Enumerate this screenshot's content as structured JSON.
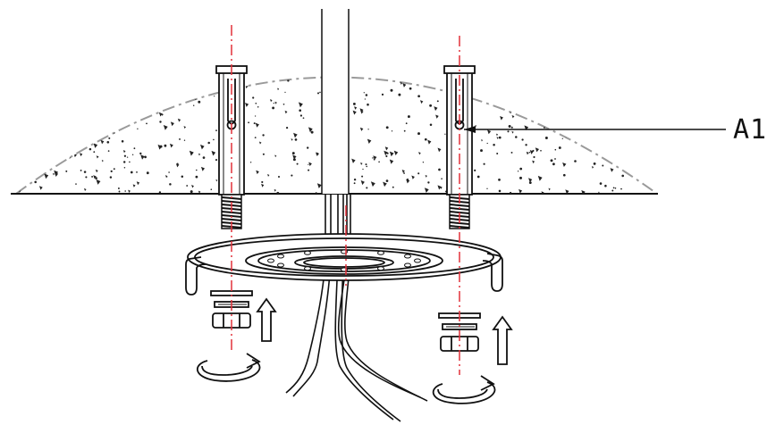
{
  "diagram": {
    "callout_label": "A1",
    "colors": {
      "line": "#111111",
      "centerline": "#e2303a",
      "ceiling_outline": "#9a9a9a",
      "speckle": "#222222"
    },
    "parts": [
      "ceiling-section",
      "anchor-bolt-left",
      "anchor-bolt-right",
      "mounting-ring",
      "cable-bundle",
      "washer-nut-left",
      "washer-nut-right",
      "up-arrow-left",
      "up-arrow-right",
      "rotate-arrow-left",
      "rotate-arrow-right"
    ]
  }
}
